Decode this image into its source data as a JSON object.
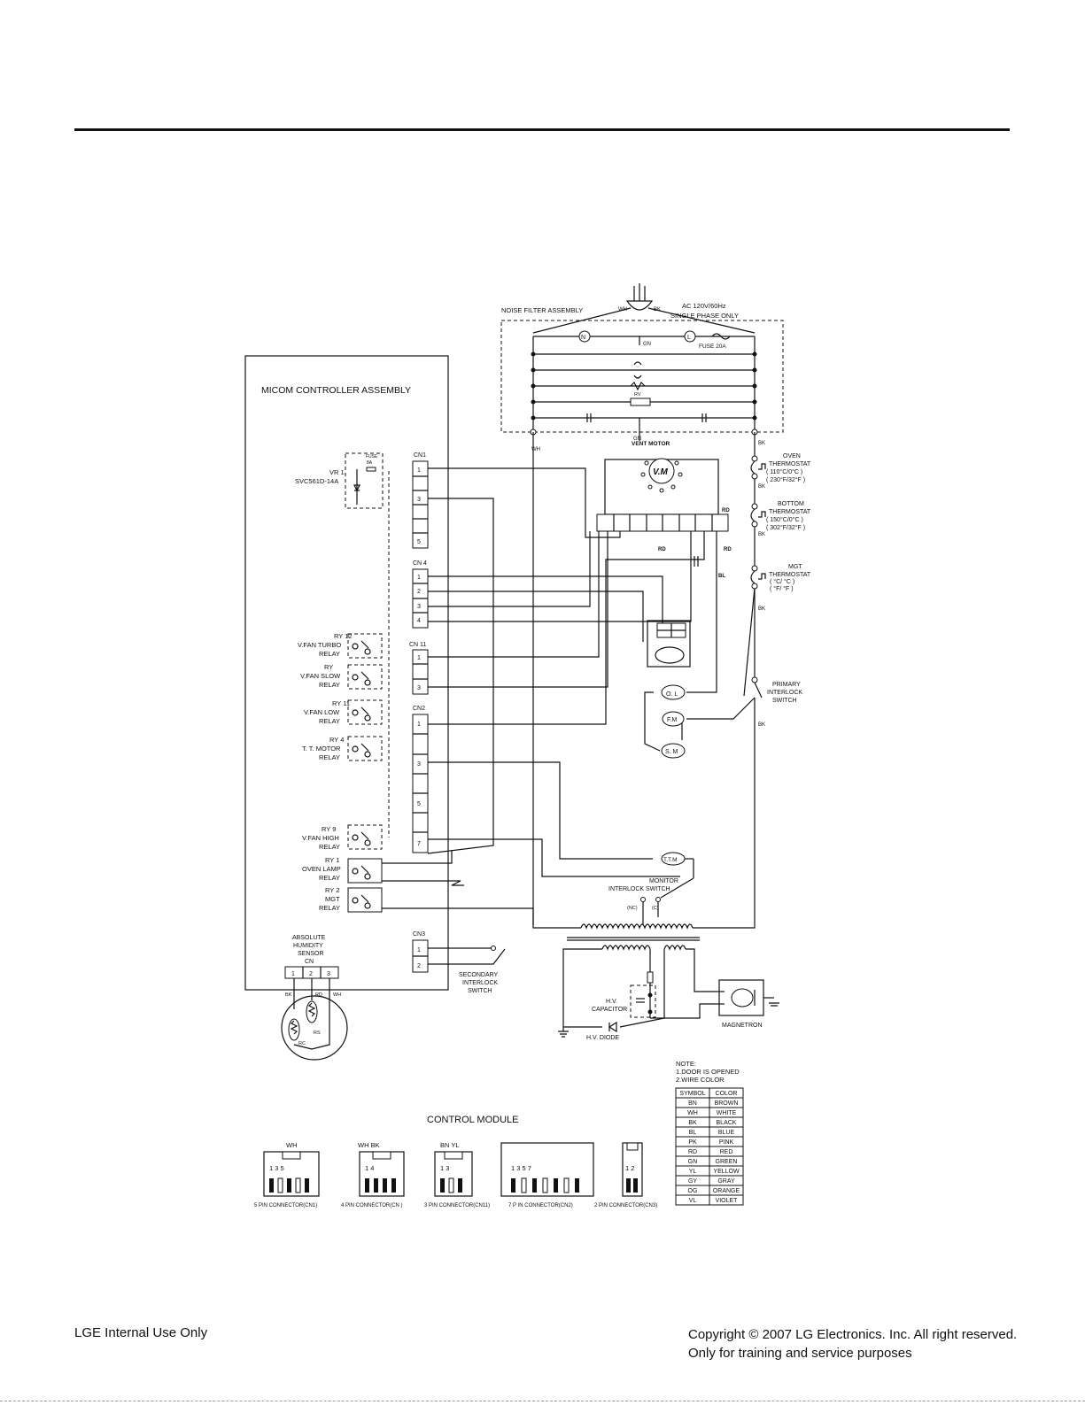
{
  "assemblies": {
    "noise_filter": "NOISE FILTER ASSEMBLY",
    "power": [
      "AC 120V/60Hz",
      "SINGLE PHASE ONLY"
    ],
    "micom": "MICOM CONTROLLER ASSEMBLY",
    "vent_motor": "VENT MOTOR",
    "vm_symbol": "V.M",
    "fuse_20a": "FUSE 20A",
    "n": "N",
    "l": "L",
    "gn": "GN",
    "wh": "WH",
    "bk": "BK",
    "rv": "RV",
    "rd": "RD",
    "bl": "BL"
  },
  "vr1": {
    "label": [
      "VR 1",
      "SVC561D-14A"
    ],
    "fuse": [
      "FUSE",
      "8A"
    ]
  },
  "connectors": {
    "cn1": {
      "name": "CN1",
      "pins": [
        "1",
        "3",
        "5"
      ]
    },
    "cn4": {
      "name": "CN 4",
      "pins": [
        "1",
        "2",
        "3",
        "4"
      ]
    },
    "cn11": {
      "name": "CN 11",
      "pins": [
        "1",
        "3"
      ]
    },
    "cn2": {
      "name": "CN2",
      "pins": [
        "1",
        "3",
        "5",
        "7"
      ]
    },
    "cn3": {
      "name": "CN3",
      "pins": [
        "1",
        "2"
      ]
    },
    "cn": {
      "name": "CN",
      "pins": [
        "1",
        "2",
        "3"
      ]
    }
  },
  "relays": [
    {
      "lines": [
        "RY 12",
        "V.FAN TURBO",
        "RELAY"
      ]
    },
    {
      "lines": [
        "RY",
        "V.FAN SLOW",
        "RELAY"
      ]
    },
    {
      "lines": [
        "RY 11",
        "V.FAN LOW",
        "RELAY"
      ]
    },
    {
      "lines": [
        "RY 4",
        "T. T. MOTOR",
        "RELAY"
      ]
    },
    {
      "lines": [
        "RY 9",
        "V.FAN HIGH",
        "RELAY"
      ]
    },
    {
      "lines": [
        "RY 1",
        "OVEN LAMP",
        "RELAY"
      ]
    },
    {
      "lines": [
        "RY 2",
        "MGT",
        "RELAY"
      ]
    }
  ],
  "thermostats": [
    {
      "lines": [
        "OVEN",
        "THERMOSTAT",
        "( 110°C/0°C )",
        "( 230°F/32°F )"
      ]
    },
    {
      "lines": [
        "BOTTOM",
        "THERMOSTAT",
        "( 150°C/0°C )",
        "( 302°F/32°F )"
      ]
    },
    {
      "lines": [
        "MGT",
        "THERMOSTAT",
        "( °C/ °C )",
        "( °F/ °F )"
      ]
    }
  ],
  "components": {
    "primary_switch": [
      "PRIMARY",
      "INTERLOCK",
      "SWITCH"
    ],
    "monitor_switch": [
      "MONITOR",
      "INTERLOCK SWITCH"
    ],
    "nc": "(NC)",
    "c": "(C)",
    "ol": "O. L",
    "fm": "F.M",
    "sm": "S. M",
    "ttm": "T.T.M",
    "hv_capacitor": [
      "H.V.",
      "CAPACITOR"
    ],
    "hv_diode": "H.V. DIODE",
    "magnetron": "MAGNETRON",
    "secondary_switch": [
      "SECONDARY",
      "INTERLOCK",
      "SWITCH"
    ],
    "humidity_sensor": [
      "ABSOLUTE",
      "HUMIDITY",
      "SENSOR"
    ],
    "rs": "RS",
    "rc": "RC"
  },
  "note": {
    "lines": [
      "NOTE:",
      "1.DOOR IS OPENED",
      "2.WIRE COLOR"
    ],
    "headers": [
      "SYMBOL",
      "COLOR"
    ],
    "rows": [
      [
        "BN",
        "BROWN"
      ],
      [
        "WH",
        "WHITE"
      ],
      [
        "BK",
        "BLACK"
      ],
      [
        "BL",
        "BLUE"
      ],
      [
        "PK",
        "PINK"
      ],
      [
        "RD",
        "RED"
      ],
      [
        "GN",
        "GREEN"
      ],
      [
        "YL",
        "YELLOW"
      ],
      [
        "GY",
        "GRAY"
      ],
      [
        "OG",
        "ORANGE"
      ],
      [
        "VL",
        "VIOLET"
      ]
    ]
  },
  "control_module": {
    "title": "CONTROL MODULE",
    "connectors": [
      {
        "top": "WH",
        "pins": "1   3   5",
        "caption": "5 PIN CONNECTOR(CN1)"
      },
      {
        "top": "WH      BK",
        "pins": "1        4",
        "caption": "4 PIN CONNECTOR(CN )"
      },
      {
        "top": "BN    YL",
        "pins": "1   3",
        "caption": "3 PIN CONNECTOR(CN11)"
      },
      {
        "top": "",
        "pins": "1   3   5   7",
        "caption": "7 P IN CONNECTOR(CN2)"
      },
      {
        "top": "",
        "pins": "1 2",
        "caption": "2 PIN CONNECTOR(CN3)"
      }
    ]
  },
  "footer": {
    "left": "LGE Internal Use Only",
    "right_line1": "Copyright © 2007 LG Electronics. Inc. All right reserved.",
    "right_line2": "Only for training and service purposes"
  }
}
